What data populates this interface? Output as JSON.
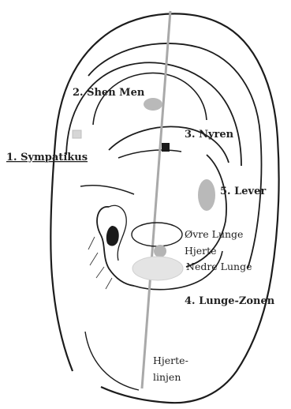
{
  "labels": {
    "sympatikus": "1. Sympatikus",
    "shen_men": "2. Shen Men",
    "nyren": "3. Nyren",
    "lunge_zonen": "4. Lunge-Zonen",
    "lever": "5. Lever",
    "ovre_lunge": "Øvre Lunge",
    "hjerte": "Hjerte",
    "nedre_lunge": "Nedre Lunge",
    "hjertelinjen_1": "Hjerte-",
    "hjertelinjen_2": "linjen"
  },
  "colors": {
    "ink": "#1c1c1c",
    "point_grey": "#b9b9b9",
    "point_light": "#d9d9d9",
    "heart_line": "#a9a9a9",
    "marker_dark": "#1a1a1a"
  }
}
